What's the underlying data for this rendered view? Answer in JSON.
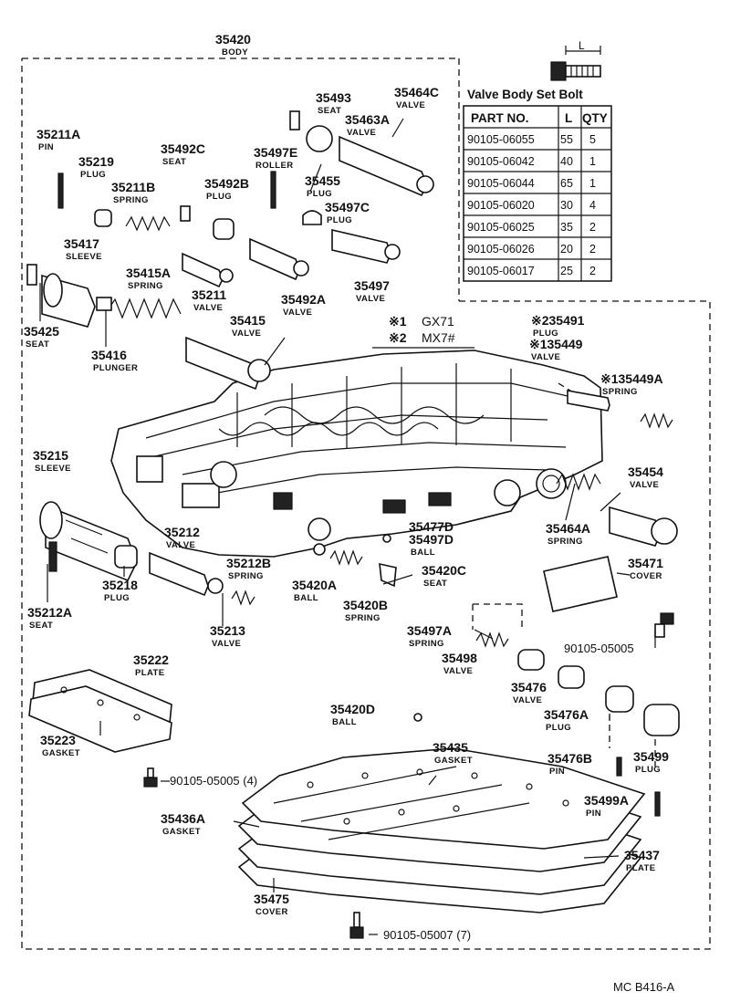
{
  "header": {
    "number": "35420",
    "name": "BODY"
  },
  "figure_code": "MC B416-A",
  "legend": {
    "note1_mark": "※1",
    "note1_model": "GX71",
    "note2_mark": "※2",
    "note2_model": "MX7#"
  },
  "bolt_table": {
    "title": "Valve Body Set Bolt",
    "dim_label": "L",
    "columns": [
      "PART NO.",
      "L",
      "QTY"
    ],
    "rows": [
      [
        "90105-06055",
        "55",
        "5"
      ],
      [
        "90105-06042",
        "40",
        "1"
      ],
      [
        "90105-06044",
        "65",
        "1"
      ],
      [
        "90105-06020",
        "30",
        "4"
      ],
      [
        "90105-06025",
        "35",
        "2"
      ],
      [
        "90105-06026",
        "20",
        "2"
      ],
      [
        "90105-06017",
        "25",
        "2"
      ]
    ]
  },
  "parts": [
    {
      "id": "p35211A",
      "num": "35211A",
      "name": "PIN"
    },
    {
      "id": "p35219",
      "num": "35219",
      "name": "PLUG"
    },
    {
      "id": "p35211B",
      "num": "35211B",
      "name": "SPRING"
    },
    {
      "id": "p35492C",
      "num": "35492C",
      "name": "SEAT"
    },
    {
      "id": "p35492B",
      "num": "35492B",
      "name": "PLUG"
    },
    {
      "id": "p35497E",
      "num": "35497E",
      "name": "ROLLER"
    },
    {
      "id": "p35493",
      "num": "35493",
      "name": "SEAT"
    },
    {
      "id": "p35464C",
      "num": "35464C",
      "name": "VALVE"
    },
    {
      "id": "p35463A",
      "num": "35463A",
      "name": "VALVE"
    },
    {
      "id": "p35455",
      "num": "35455",
      "name": "PLUG"
    },
    {
      "id": "p35497C",
      "num": "35497C",
      "name": "PLUG"
    },
    {
      "id": "p35497",
      "num": "35497",
      "name": "VALVE"
    },
    {
      "id": "p35492A",
      "num": "35492A",
      "name": "VALVE"
    },
    {
      "id": "p35211",
      "num": "35211",
      "name": "VALVE"
    },
    {
      "id": "p35417",
      "num": "35417",
      "name": "SLEEVE"
    },
    {
      "id": "p35415A",
      "num": "35415A",
      "name": "SPRING"
    },
    {
      "id": "p35425",
      "num": "35425",
      "name": "SEAT"
    },
    {
      "id": "p35416",
      "num": "35416",
      "name": "PLUNGER"
    },
    {
      "id": "p35415",
      "num": "35415",
      "name": "VALVE"
    },
    {
      "id": "p35491",
      "num": "※235491",
      "name": "PLUG"
    },
    {
      "id": "p35449",
      "num": "※135449",
      "name": "VALVE"
    },
    {
      "id": "p35449A",
      "num": "※135449A",
      "name": "SPRING"
    },
    {
      "id": "p35454",
      "num": "35454",
      "name": "VALVE"
    },
    {
      "id": "p35464A",
      "num": "35464A",
      "name": "SPRING"
    },
    {
      "id": "p35471",
      "num": "35471",
      "name": "COVER"
    },
    {
      "id": "p35215",
      "num": "35215",
      "name": "SLEEVE"
    },
    {
      "id": "p35212",
      "num": "35212",
      "name": "VALVE"
    },
    {
      "id": "p35212B",
      "num": "35212B",
      "name": "SPRING"
    },
    {
      "id": "p35218",
      "num": "35218",
      "name": "PLUG"
    },
    {
      "id": "p35212A",
      "num": "35212A",
      "name": "SEAT"
    },
    {
      "id": "p35213",
      "num": "35213",
      "name": "VALVE"
    },
    {
      "id": "p35477D",
      "num": "35477D",
      "name": ""
    },
    {
      "id": "p35497D",
      "num": "35497D",
      "name": "BALL"
    },
    {
      "id": "p35420A",
      "num": "35420A",
      "name": "BALL"
    },
    {
      "id": "p35420C",
      "num": "35420C",
      "name": "SEAT"
    },
    {
      "id": "p35420B",
      "num": "35420B",
      "name": "SPRING"
    },
    {
      "id": "p35497A",
      "num": "35497A",
      "name": "SPRING"
    },
    {
      "id": "p35498",
      "num": "35498",
      "name": "VALVE"
    },
    {
      "id": "p35476",
      "num": "35476",
      "name": "VALVE"
    },
    {
      "id": "p35476A",
      "num": "35476A",
      "name": "PLUG"
    },
    {
      "id": "p35476B",
      "num": "35476B",
      "name": "PIN"
    },
    {
      "id": "p35499",
      "num": "35499",
      "name": "PLUG"
    },
    {
      "id": "p35499A",
      "num": "35499A",
      "name": "PIN"
    },
    {
      "id": "p35222",
      "num": "35222",
      "name": "PLATE"
    },
    {
      "id": "p35223",
      "num": "35223",
      "name": "GASKET"
    },
    {
      "id": "p35420D",
      "num": "35420D",
      "name": "BALL"
    },
    {
      "id": "p35435",
      "num": "35435",
      "name": "GASKET"
    },
    {
      "id": "p35436A",
      "num": "35436A",
      "name": "GASKET"
    },
    {
      "id": "p35437",
      "num": "35437",
      "name": "PLATE"
    },
    {
      "id": "p35475",
      "num": "35475",
      "name": "COVER"
    }
  ],
  "bolts": [
    {
      "id": "b1",
      "text": "90105-05005"
    },
    {
      "id": "b2",
      "text": "90105-05005 (4)"
    },
    {
      "id": "b3",
      "text": "90105-05007 (7)"
    }
  ]
}
